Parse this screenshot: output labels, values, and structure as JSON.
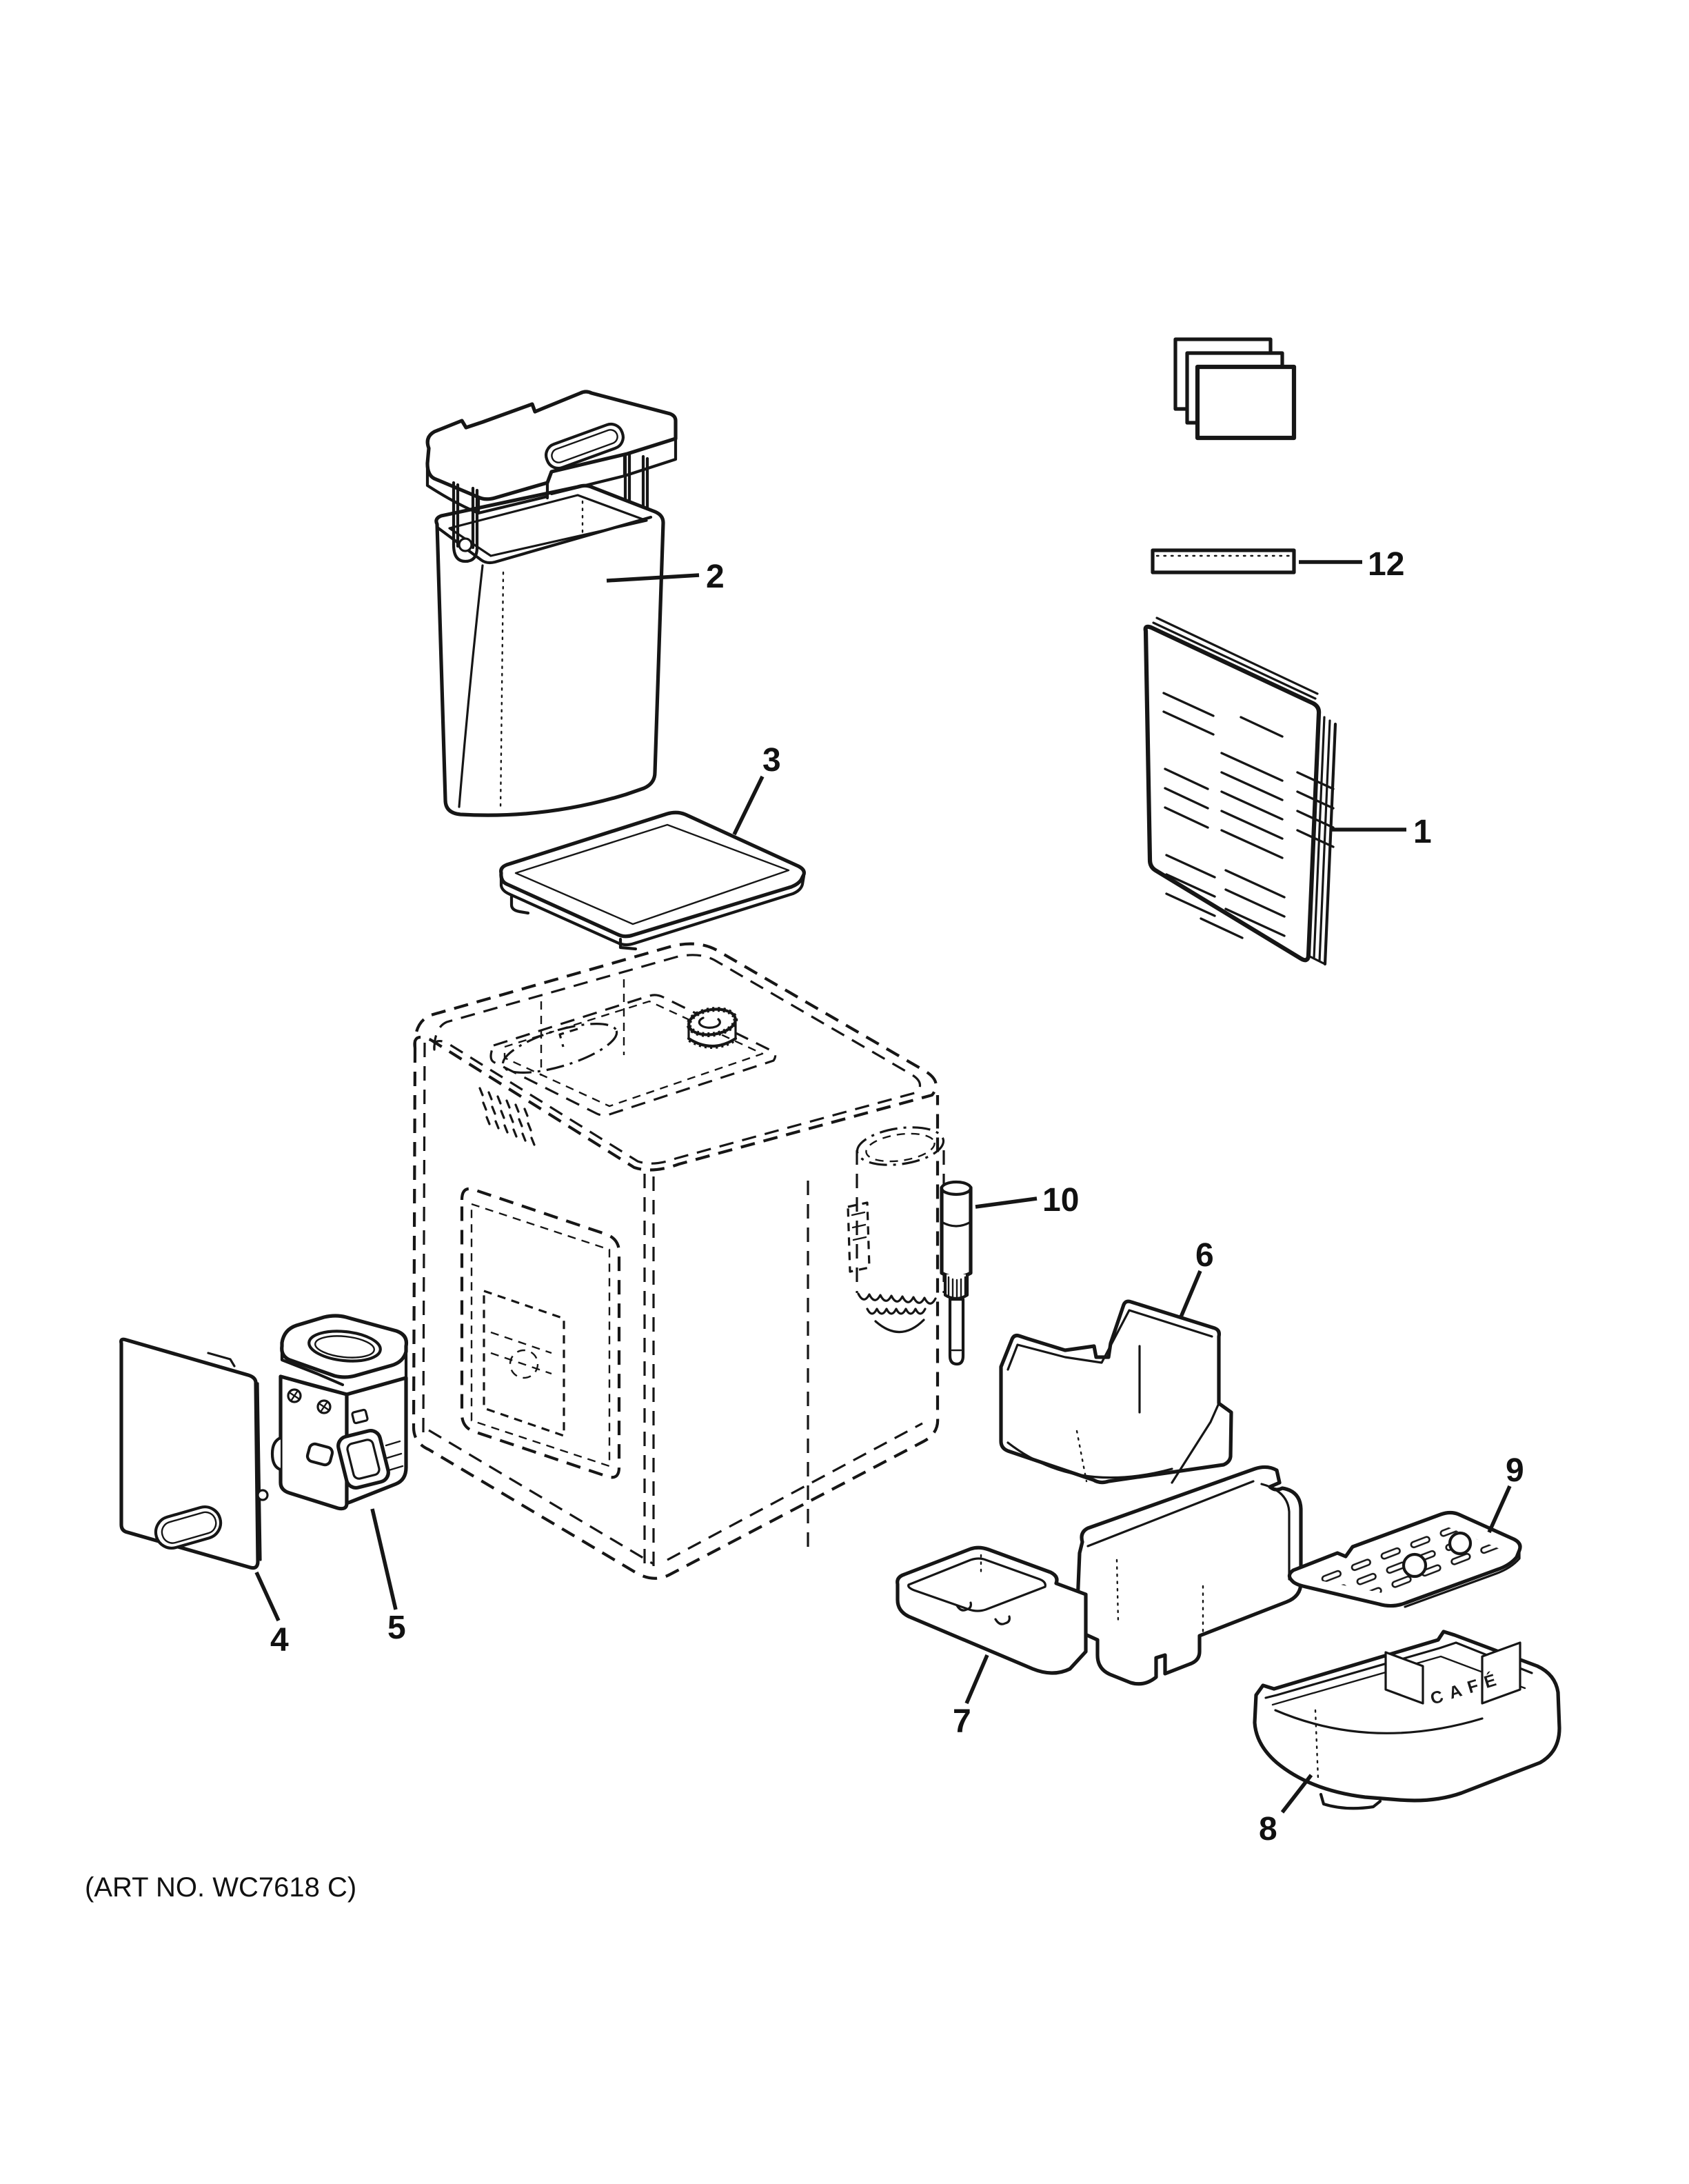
{
  "figure": {
    "art_no": "(ART NO. WC7618 C)",
    "brand_text": "CAFÉ",
    "callouts": {
      "c1": "1",
      "c2": "2",
      "c3": "3",
      "c4": "4",
      "c5": "5",
      "c6": "6",
      "c7": "7",
      "c8": "8",
      "c9": "9",
      "c10": "10",
      "c12": "12"
    },
    "colors": {
      "ink": "#161616",
      "paper": "#ffffff"
    }
  }
}
